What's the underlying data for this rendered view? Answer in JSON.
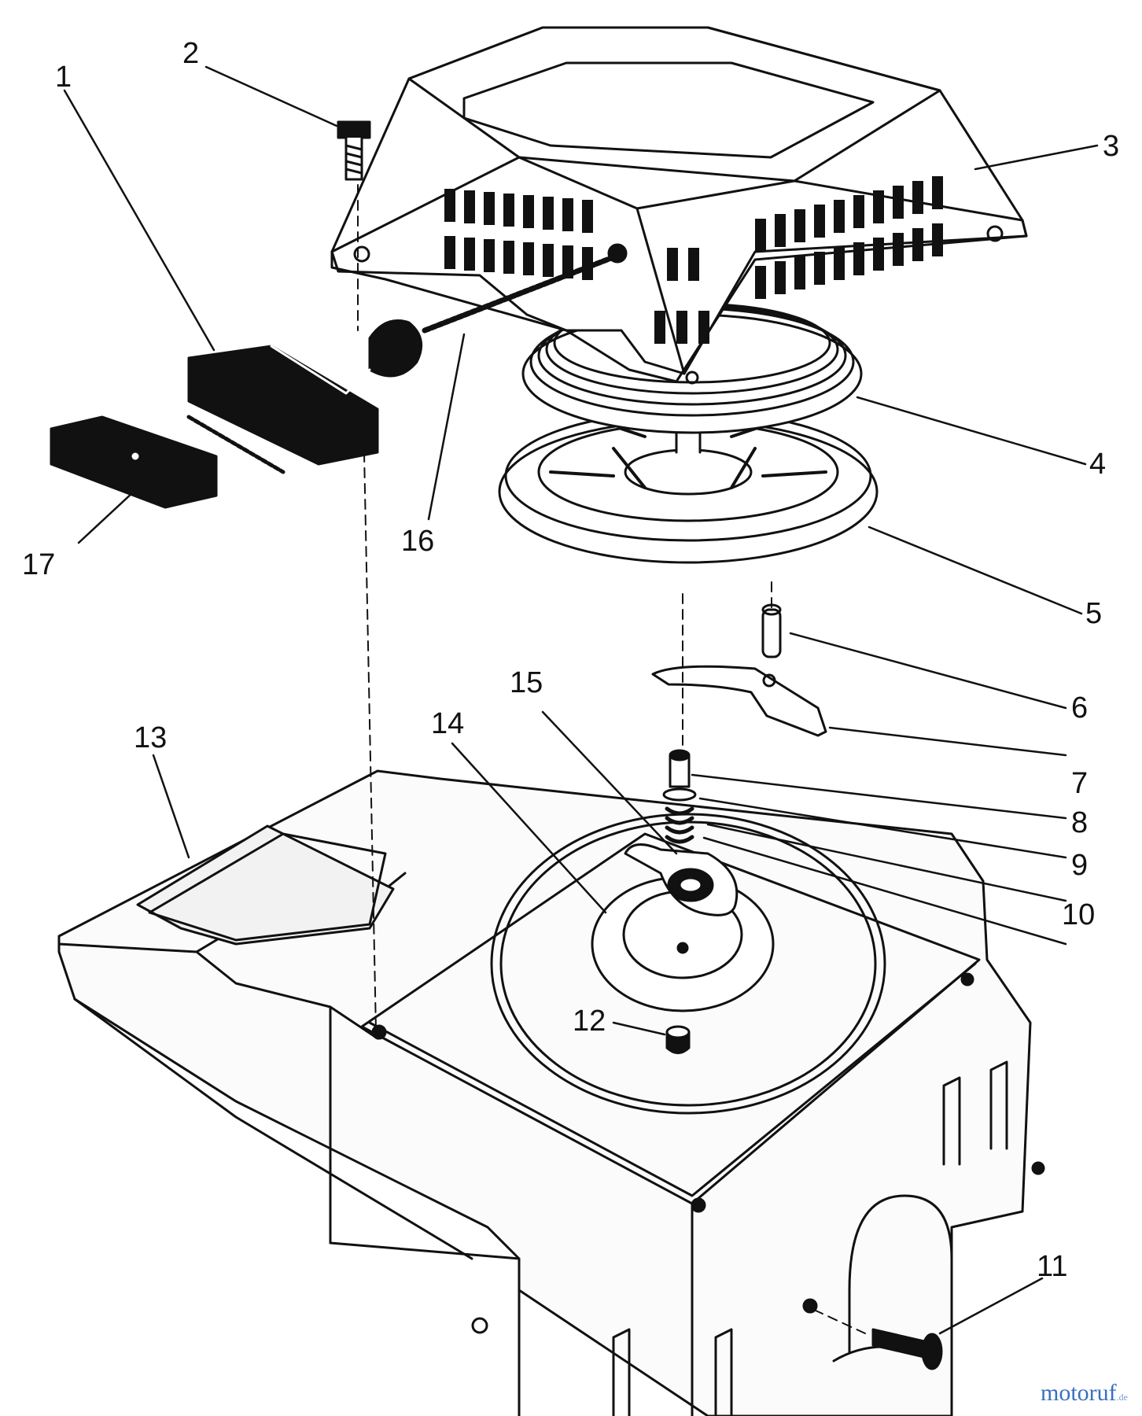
{
  "parts": [
    {
      "id": "1",
      "label": "1"
    },
    {
      "id": "2",
      "label": "2"
    },
    {
      "id": "3",
      "label": "3"
    },
    {
      "id": "4",
      "label": "4"
    },
    {
      "id": "5",
      "label": "5"
    },
    {
      "id": "6",
      "label": "6"
    },
    {
      "id": "7",
      "label": "7"
    },
    {
      "id": "8",
      "label": "8"
    },
    {
      "id": "9",
      "label": "9"
    },
    {
      "id": "10",
      "label": "10"
    },
    {
      "id": "11",
      "label": "11"
    },
    {
      "id": "12",
      "label": "12"
    },
    {
      "id": "13",
      "label": "13"
    },
    {
      "id": "14",
      "label": "14"
    },
    {
      "id": "15",
      "label": "15"
    },
    {
      "id": "16",
      "label": "16"
    },
    {
      "id": "17",
      "label": "17"
    }
  ],
  "watermark": {
    "main": "motoruf",
    "sub": ".de"
  }
}
